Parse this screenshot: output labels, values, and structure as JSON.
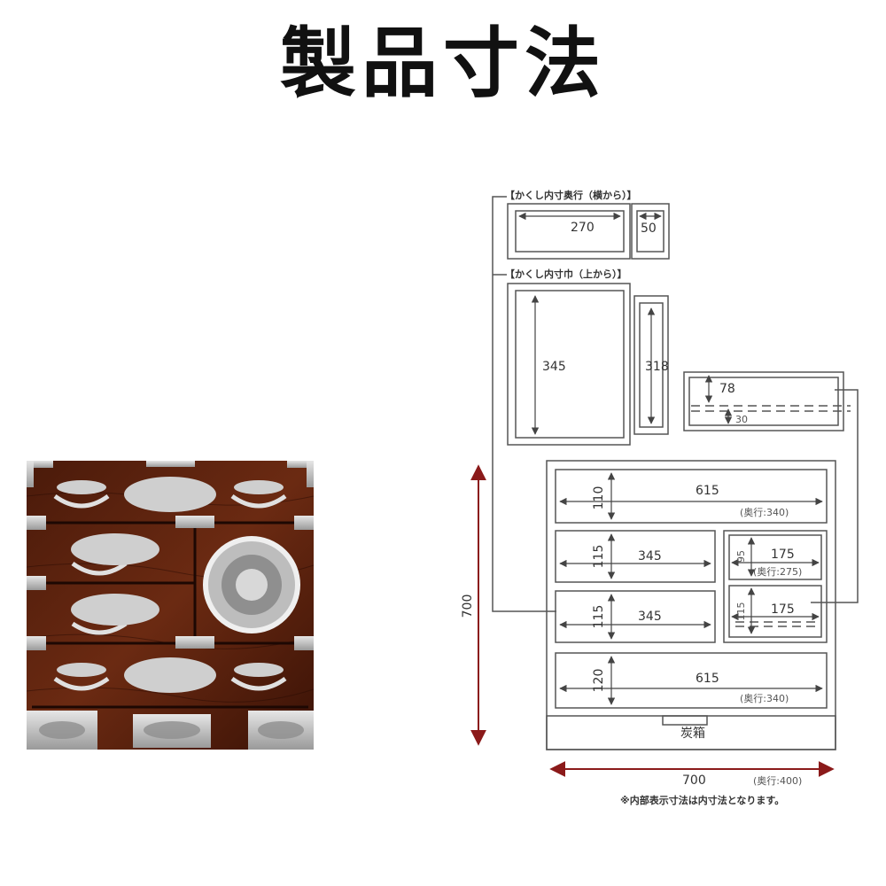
{
  "title": "製品寸法",
  "labels": {
    "hidden_depth": "【かくし内寸奥行（横から）】",
    "hidden_width": "【かくし内寸巾（上から）】",
    "charcoal_box": "炭箱",
    "note": "※内部表示寸法は内寸法となります。"
  },
  "dims": {
    "hid_depth_main": "270",
    "hid_depth_small": "50",
    "hid_width_main": "345",
    "hid_width_small": "318",
    "tray_height": "78",
    "tray_inner": "30",
    "d1_h": "110",
    "d1_w": "615",
    "d1_depth": "(奥行:340)",
    "d2_h": "115",
    "d2_w": "345",
    "d3_h": "115",
    "d3_w": "345",
    "s1_h": "95",
    "s1_w": "175",
    "s1_depth": "(奥行:275)",
    "s2_h": "115",
    "s2_w": "175",
    "d4_h": "120",
    "d4_w": "615",
    "d4_depth": "(奥行:340)",
    "overall_h": "700",
    "overall_w": "700",
    "overall_depth": "(奥行:400)"
  },
  "colors": {
    "line": "#555555",
    "arrow": "#8b1a1a",
    "wood_dark": "#3d1408",
    "wood_mid": "#5a2410",
    "metal": "#c9c9c9"
  },
  "icons": [
    "dragon-ornament-icon",
    "ring-pull-icon",
    "crest-ornament-icon"
  ]
}
